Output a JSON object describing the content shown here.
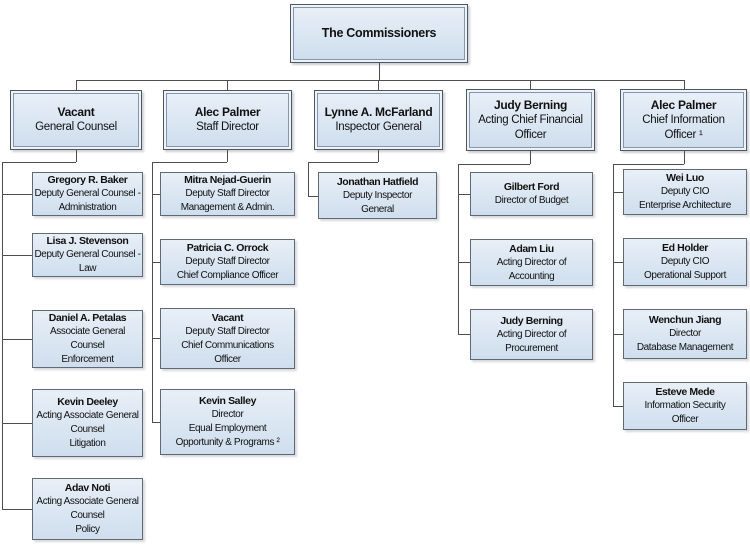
{
  "colors": {
    "background": "#ffffff",
    "box_fill_top": "#e8eff7",
    "box_fill_bottom": "#cfdeee",
    "box_border": "#5f6a74",
    "exec_outer_border": "#4f565e",
    "exec_gap": "#eef3f9",
    "exec_inner_border": "#8496a9",
    "connector": "#4d4d4d",
    "text": "#111111"
  },
  "root": {
    "label": "The Commissioners"
  },
  "branches": [
    {
      "head": {
        "name": "Vacant",
        "lines": [
          "General Counsel"
        ]
      },
      "reports": [
        {
          "name": "Gregory R. Baker",
          "lines": [
            "Deputy General Counsel -",
            "Administration"
          ]
        },
        {
          "name": "Lisa J. Stevenson",
          "lines": [
            "Deputy General Counsel -",
            "Law"
          ]
        },
        {
          "name": "Daniel A. Petalas",
          "lines": [
            "Associate General",
            "Counsel",
            "Enforcement"
          ]
        },
        {
          "name": "Kevin Deeley",
          "lines": [
            "Acting Associate General",
            "Counsel",
            "Litigation"
          ]
        },
        {
          "name": "Adav Noti",
          "lines": [
            "Acting Associate General",
            "Counsel",
            "Policy"
          ]
        }
      ]
    },
    {
      "head": {
        "name": "Alec Palmer",
        "lines": [
          "Staff Director"
        ]
      },
      "reports": [
        {
          "name": "Mitra Nejad-Guerin",
          "lines": [
            "Deputy Staff Director",
            "Management & Admin."
          ]
        },
        {
          "name": "Patricia C. Orrock",
          "lines": [
            "Deputy Staff Director",
            "Chief Compliance Officer"
          ]
        },
        {
          "name": "Vacant",
          "lines": [
            "Deputy Staff Director",
            "Chief Communications",
            "Officer"
          ]
        },
        {
          "name": "Kevin Salley",
          "lines": [
            "Director",
            "Equal Employment",
            "Opportunity & Programs ²"
          ]
        }
      ]
    },
    {
      "head": {
        "name": "Lynne A. McFarland",
        "lines": [
          "Inspector General"
        ]
      },
      "reports": [
        {
          "name": "Jonathan Hatfield",
          "lines": [
            "Deputy Inspector",
            "General"
          ]
        }
      ]
    },
    {
      "head": {
        "name": "Judy Berning",
        "lines": [
          "Acting Chief Financial",
          "Officer"
        ]
      },
      "reports": [
        {
          "name": "Gilbert Ford",
          "lines": [
            "Director of Budget"
          ]
        },
        {
          "name": "Adam Liu",
          "lines": [
            "Acting Director of",
            "Accounting"
          ]
        },
        {
          "name": "Judy Berning",
          "lines": [
            "Acting Director of",
            "Procurement"
          ]
        }
      ]
    },
    {
      "head": {
        "name": "Alec Palmer",
        "lines": [
          "Chief Information",
          "Officer ¹"
        ]
      },
      "reports": [
        {
          "name": "Wei Luo",
          "lines": [
            "Deputy CIO",
            "Enterprise Architecture"
          ]
        },
        {
          "name": "Ed Holder",
          "lines": [
            "Deputy CIO",
            "Operational Support"
          ]
        },
        {
          "name": "Wenchun Jiang",
          "lines": [
            "Director",
            "Database Management"
          ]
        },
        {
          "name": "Esteve Mede",
          "lines": [
            "Information Security",
            "Officer"
          ]
        }
      ]
    }
  ]
}
